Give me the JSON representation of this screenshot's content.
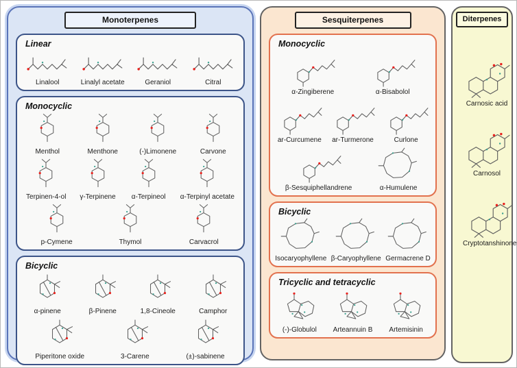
{
  "structure_colors": {
    "bond": "#5f5f5f",
    "oxygen": "#e8231f",
    "hydrogen": "#3aa08f"
  },
  "panels": [
    {
      "title": "Monoterpenes",
      "accent_color": "#5a74b8",
      "sections": [
        {
          "label": "Linear",
          "compounds": [
            {
              "name": "Linalool",
              "structure": "linear-chain"
            },
            {
              "name": "Linalyl acetate",
              "structure": "linear-chain"
            },
            {
              "name": "Geraniol",
              "structure": "linear-chain"
            },
            {
              "name": "Citral",
              "structure": "linear-chain"
            }
          ]
        },
        {
          "label": "Monocyclic",
          "compounds": [
            {
              "name": "Menthol",
              "structure": "monocyclic-ring"
            },
            {
              "name": "Menthone",
              "structure": "monocyclic-ring"
            },
            {
              "name": "(-)Limonene",
              "structure": "monocyclic-ring"
            },
            {
              "name": "Carvone",
              "structure": "monocyclic-ring"
            },
            {
              "name": "Terpinen-4-ol",
              "structure": "monocyclic-ring"
            },
            {
              "name": "γ-Terpinene",
              "structure": "monocyclic-ring"
            },
            {
              "name": "α-Terpineol",
              "structure": "monocyclic-ring"
            },
            {
              "name": "α-Terpinyl acetate",
              "structure": "monocyclic-ring"
            },
            {
              "name": "p-Cymene",
              "structure": "monocyclic-ring"
            },
            {
              "name": "Thymol",
              "structure": "monocyclic-ring"
            },
            {
              "name": "Carvacrol",
              "structure": "monocyclic-ring"
            }
          ]
        },
        {
          "label": "Bicyclic",
          "compounds": [
            {
              "name": "α-pinene",
              "structure": "bicyclic-ring"
            },
            {
              "name": "β-Pinene",
              "structure": "bicyclic-ring"
            },
            {
              "name": "1,8-Cineole",
              "structure": "bicyclic-ring"
            },
            {
              "name": "Camphor",
              "structure": "bicyclic-ring"
            },
            {
              "name": "Piperitone oxide",
              "structure": "bicyclic-ring"
            },
            {
              "name": "3-Carene",
              "structure": "bicyclic-ring"
            },
            {
              "name": "(±)-sabinene",
              "structure": "bicyclic-ring"
            }
          ]
        }
      ]
    },
    {
      "title": "Sesquiterpenes",
      "accent_color": "#e2714e",
      "sections": [
        {
          "label": "Monocyclic",
          "compounds": [
            {
              "name": "α-Zingiberene",
              "structure": "ring-with-chain"
            },
            {
              "name": "α-Bisabolol",
              "structure": "ring-with-chain"
            },
            {
              "name": "ar-Curcumene",
              "structure": "ring-with-chain"
            },
            {
              "name": "ar-Turmerone",
              "structure": "ring-with-chain"
            },
            {
              "name": "Curlone",
              "structure": "ring-with-chain"
            },
            {
              "name": "β-Sesquiphellandrene",
              "structure": "ring-with-chain"
            },
            {
              "name": "α-Humulene",
              "structure": "macrocycle"
            }
          ]
        },
        {
          "label": "Bicyclic",
          "compounds": [
            {
              "name": "Isocaryophyllene",
              "structure": "macrocycle"
            },
            {
              "name": "β-Caryophyllene",
              "structure": "macrocycle"
            },
            {
              "name": "Germacrene D",
              "structure": "macrocycle"
            }
          ]
        },
        {
          "label": "Tricyclic and tetracyclic",
          "compounds": [
            {
              "name": "(-)-Globulol",
              "structure": "polycyclic"
            },
            {
              "name": "Arteannuin B",
              "structure": "polycyclic"
            },
            {
              "name": "Artemisinin",
              "structure": "polycyclic"
            }
          ]
        }
      ]
    },
    {
      "title": "Diterpenes",
      "accent_color": "#636363",
      "compounds": [
        {
          "name": "Carnosic acid",
          "structure": "fused-tricyclic"
        },
        {
          "name": "Carnosol",
          "structure": "fused-tricyclic"
        },
        {
          "name": "Cryptotanshinone",
          "structure": "fused-tricyclic"
        }
      ]
    }
  ]
}
